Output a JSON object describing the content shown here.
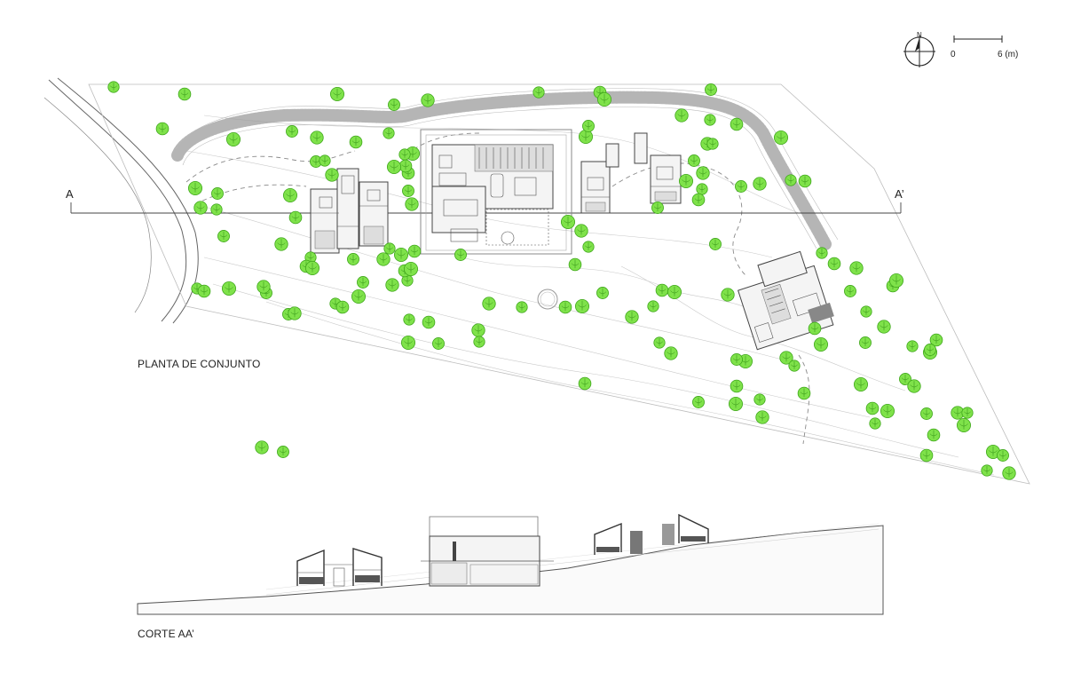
{
  "drawing": {
    "site_plan_label": "PLANTA DE CONJUNTO",
    "section_label": "CORTE AA’",
    "section_mark_start": "A",
    "section_mark_end": "A’",
    "north_label": "N",
    "scale": {
      "start_label": "0",
      "end_label": "6 (m)"
    }
  },
  "colors": {
    "vegetation": "#7fe24a",
    "vegetation_outline": "#3ea61a",
    "linework": "#444444",
    "background": "#ffffff"
  }
}
